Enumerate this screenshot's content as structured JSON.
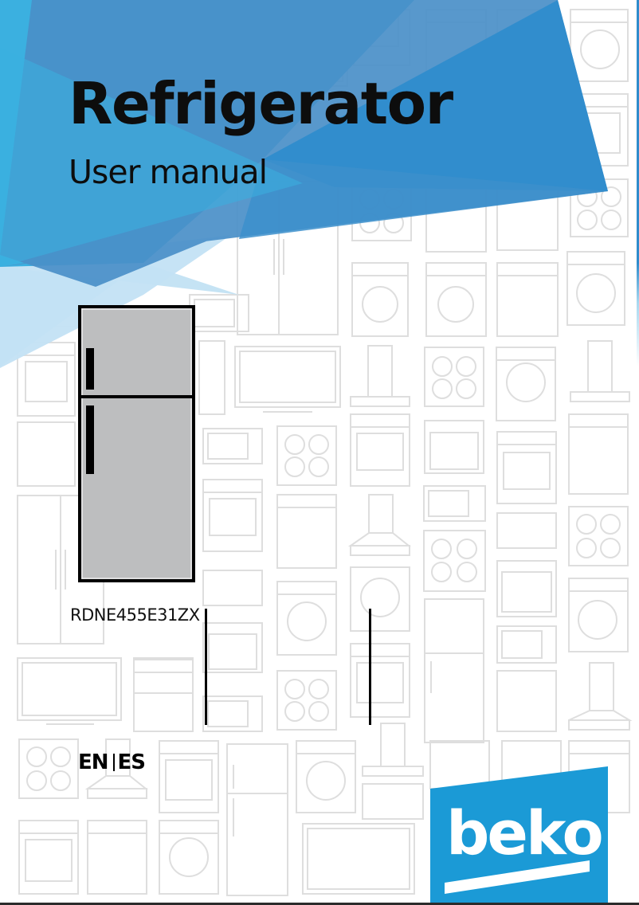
{
  "document": {
    "title": "Refrigerator",
    "subtitle": "User manual",
    "model_number": "RDNE455E31ZX",
    "languages": [
      "EN",
      "ES"
    ],
    "brand": "beko"
  },
  "illustration": {
    "type": "top-freezer refrigerator",
    "body_color": "#bdbebf",
    "outline_color": "#000000"
  },
  "colors": {
    "cyan": "#3bb0e0",
    "mid_blue": "#4a8fc8",
    "deep_blue": "#2f8ccc",
    "pale_blue": "#bfe0f3",
    "brand_blue": "#1b9ad6",
    "pattern_line": "#dedede"
  }
}
